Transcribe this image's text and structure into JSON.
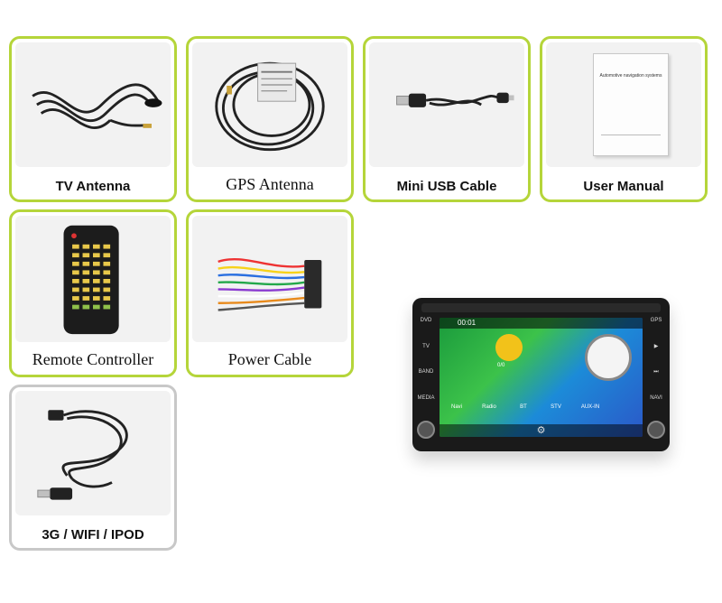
{
  "items": [
    {
      "label": "TV Antenna"
    },
    {
      "label": "GPS Antenna"
    },
    {
      "label": "Mini USB Cable"
    },
    {
      "label": "User Manual"
    },
    {
      "label": "Remote Controller"
    },
    {
      "label": "Power Cable"
    },
    {
      "label": "3G / WIFI / IPOD"
    }
  ],
  "manual_cover": {
    "title": "Automotive navigation systems"
  },
  "gps_label": {
    "text": "GPS Antenna"
  },
  "head_unit": {
    "time": "00:01",
    "left_buttons": [
      "DVD",
      "TV",
      "BAND",
      "MEDIA"
    ],
    "right_buttons": [
      "GPS",
      "NAVI"
    ],
    "tiles": [
      "Navi",
      "Radio",
      "BT",
      "STV",
      "AUX-IN"
    ],
    "track": "0/0",
    "colors": {
      "accent": "#b5d53a",
      "screen_green": "#3cc24a",
      "screen_blue": "#1c8bd8"
    }
  }
}
